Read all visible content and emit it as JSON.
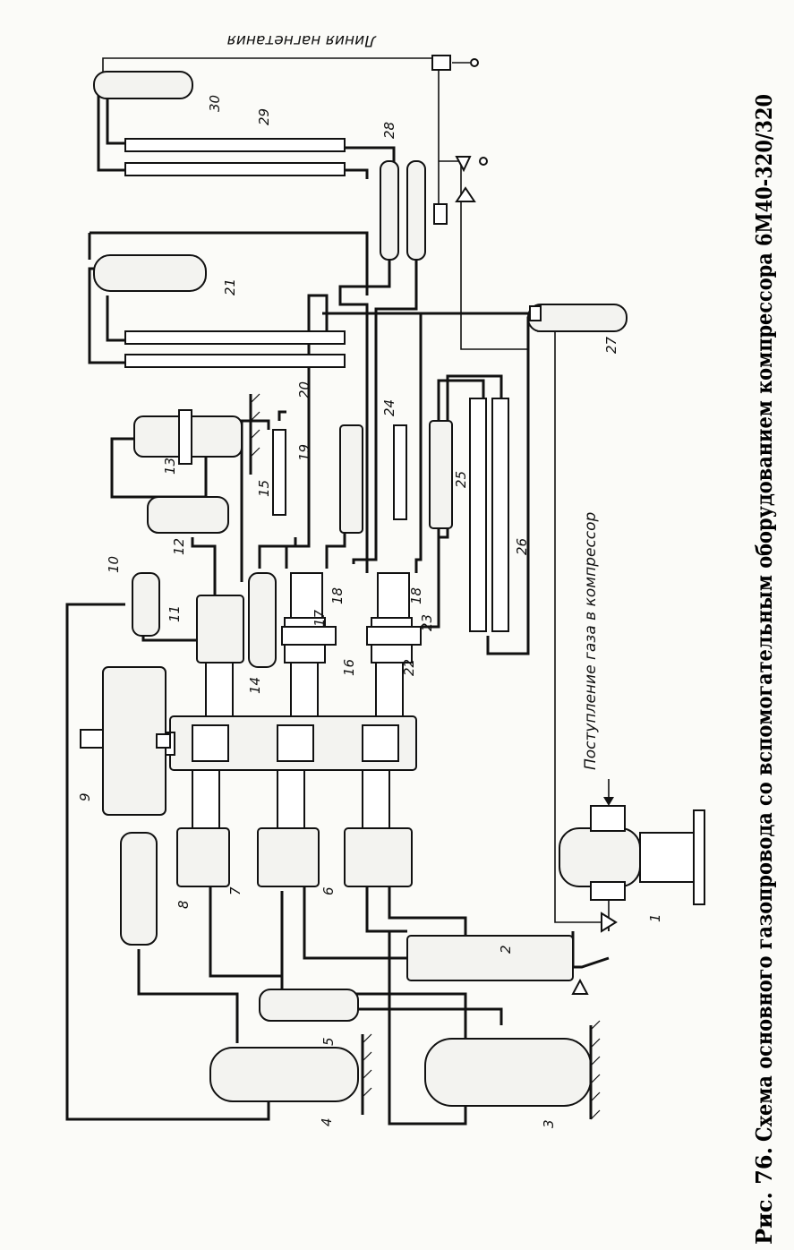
{
  "caption": {
    "prefix": "Рис. 76.",
    "text": "Схема основного газопровода со вспомогательным оборудованием компрессора 6М40-320/320"
  },
  "annotations": {
    "discharge_line": "Линия нагнетания",
    "gas_inlet": "Поступление газа в компрессор"
  },
  "labels": [
    "1",
    "2",
    "3",
    "4",
    "5",
    "6",
    "7",
    "8",
    "9",
    "10",
    "11",
    "12",
    "13",
    "14",
    "15",
    "16",
    "17",
    "18",
    "18",
    "19",
    "20",
    "21",
    "22",
    "23",
    "24",
    "25",
    "26",
    "27",
    "28",
    "29",
    "30"
  ]
}
